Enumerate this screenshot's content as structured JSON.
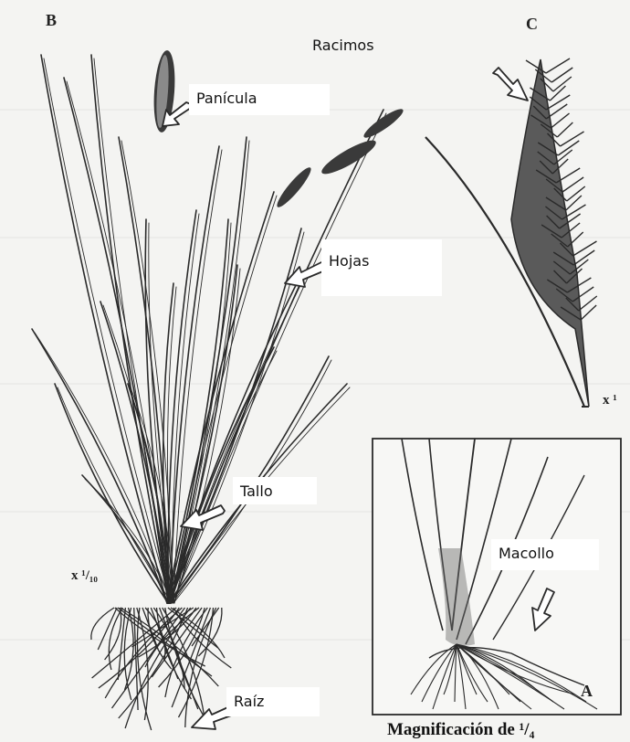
{
  "figure": {
    "panels": [
      "B",
      "C",
      "A"
    ],
    "title": "Racimos",
    "labels": {
      "panicula": "Panícula",
      "hojas": "Hojas",
      "tallo": "Tallo",
      "raiz": "Raíz",
      "macollo": "Macollo"
    },
    "scale_b": "x ¹/₁₀",
    "scale_c": "x ¹",
    "caption": "Magnificación de ¹/₄"
  },
  "colors": {
    "background": "#f4f4f2",
    "ink": "#2a2a2a",
    "label_bg": "#ffffff"
  }
}
